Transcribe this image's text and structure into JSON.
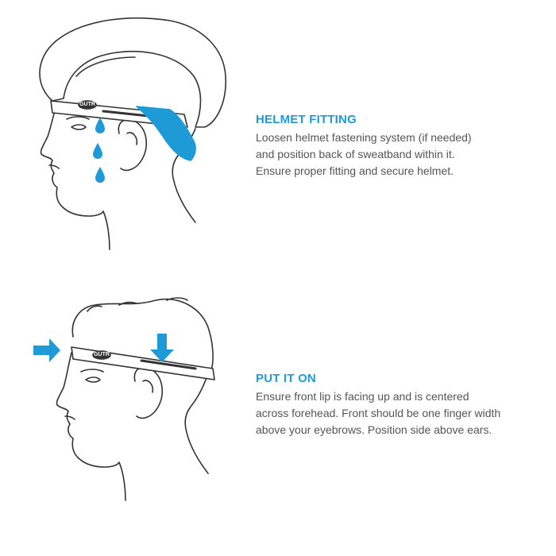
{
  "colors": {
    "accent": "#1e9bd7",
    "ink": "#333333",
    "text": "#555555"
  },
  "icons": [
    "sweat-drop-icon",
    "arrow-right-icon",
    "arrow-down-icon"
  ],
  "steps": [
    {
      "title": "HELMET FITTING",
      "lines": [
        "Loosen helmet fastening system (if needed)",
        "and position back of sweatband within it.",
        "Ensure proper fitting and secure helmet."
      ],
      "band_logo": "GUTR"
    },
    {
      "title": "PUT IT ON",
      "lines": [
        "Ensure front lip is facing up and is centered",
        "across forehead. Front should be one finger width",
        "above your eyebrows. Position side above ears."
      ],
      "band_logo": "GUTR"
    }
  ]
}
